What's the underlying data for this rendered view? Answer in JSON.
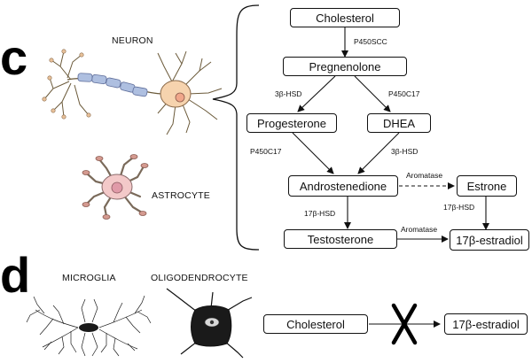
{
  "panels": {
    "c": "c",
    "d": "d"
  },
  "cells": {
    "neuron": "NEURON",
    "astrocyte": "ASTROCYTE",
    "microglia": "MICROGLIA",
    "oligodendrocyte": "OLIGODENDROCYTE"
  },
  "pathway": {
    "cholesterol": "Cholesterol",
    "pregnenolone": "Pregnenolone",
    "progesterone": "Progesterone",
    "dhea": "DHEA",
    "androstenedione": "Androstenedione",
    "estrone": "Estrone",
    "testosterone": "Testosterone",
    "estradiol": "17β-estradiol"
  },
  "enzymes": {
    "p450scc": "P450SCC",
    "hsd_a": "3β-HSD",
    "p450c17_a": "P450C17",
    "p450c17_b": "P450C17",
    "hsd_b": "3β-HSD",
    "aromatase_a": "Aromatase",
    "hsd17_a": "17β-HSD",
    "hsd17_b": "17β-HSD",
    "aromatase_b": "Aromatase"
  },
  "panel_d": {
    "cholesterol": "Cholesterol",
    "estradiol": "17β-estradiol",
    "blocked_mark": "X"
  }
}
